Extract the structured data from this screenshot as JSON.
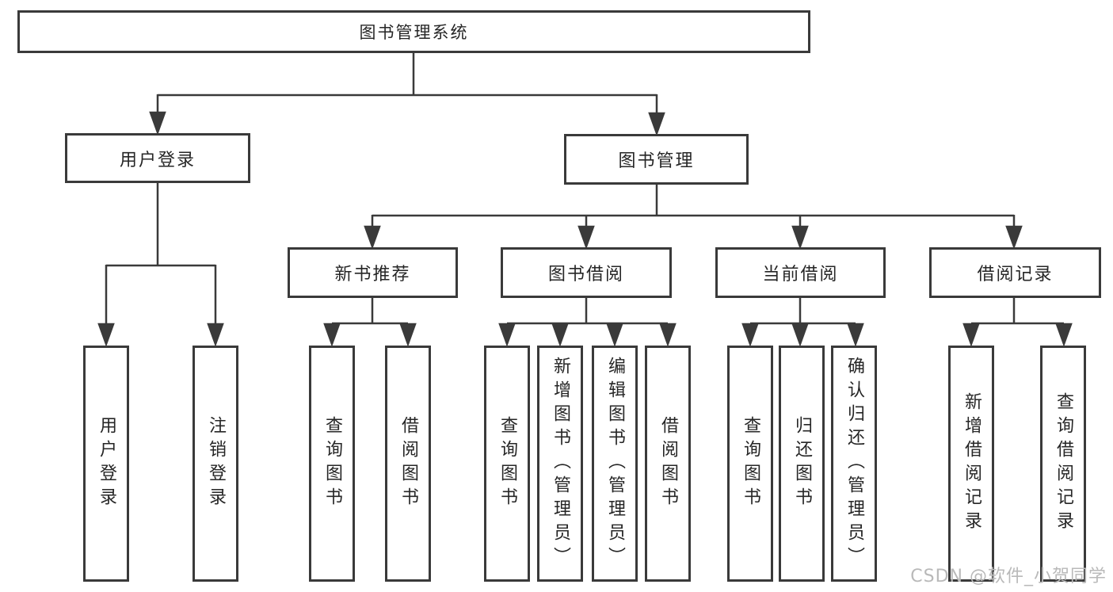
{
  "diagram": {
    "root": {
      "label": "图书管理系统"
    },
    "branches": [
      {
        "label": "用户登录",
        "children": [
          {
            "label": "用户登录"
          },
          {
            "label": "注销登录"
          }
        ]
      },
      {
        "label": "图书管理",
        "children": [
          {
            "label": "新书推荐",
            "children": [
              {
                "label": "查询图书"
              },
              {
                "label": "借阅图书"
              }
            ]
          },
          {
            "label": "图书借阅",
            "children": [
              {
                "label": "查询图书"
              },
              {
                "label": "新增图书（管理员）"
              },
              {
                "label": "编辑图书（管理员）"
              },
              {
                "label": "借阅图书"
              }
            ]
          },
          {
            "label": "当前借阅",
            "children": [
              {
                "label": "查询图书"
              },
              {
                "label": "归还图书"
              },
              {
                "label": "确认归还（管理员）"
              }
            ]
          },
          {
            "label": "借阅记录",
            "children": [
              {
                "label": "新增借阅记录"
              },
              {
                "label": "查询借阅记录"
              }
            ]
          }
        ]
      }
    ]
  },
  "watermark": {
    "text": "CSDN @软件_小贺同学"
  },
  "colors": {
    "line": "#3a3a3a",
    "box_border": "#3a3a3a",
    "box_fill": "#ffffff",
    "text": "#262626",
    "watermark": "#b9b9b9",
    "background": "#ffffff"
  }
}
